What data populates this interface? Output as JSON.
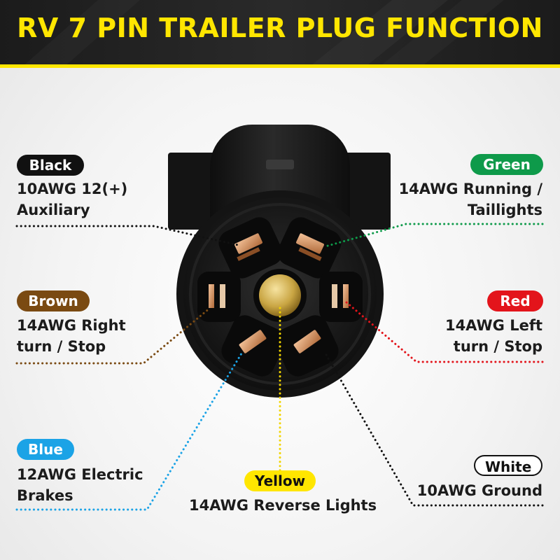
{
  "title": "RV 7 PIN TRAILER PLUG FUNCTION",
  "pins": {
    "black": {
      "badge": "Black",
      "line1": "10AWG 12(+)",
      "line2": "Auxiliary",
      "badge_bg": "#111111",
      "badge_fg": "#ffffff",
      "line_color": "#111111"
    },
    "green": {
      "badge": "Green",
      "line1": "14AWG Running /",
      "line2": "Taillights",
      "badge_bg": "#0e9a4a",
      "badge_fg": "#ffffff",
      "line_color": "#0e9a4a"
    },
    "brown": {
      "badge": "Brown",
      "line1": "14AWG Right",
      "line2": "turn / Stop",
      "badge_bg": "#7a4a12",
      "badge_fg": "#ffffff",
      "line_color": "#7a4a12"
    },
    "red": {
      "badge": "Red",
      "line1": "14AWG Left",
      "line2": "turn / Stop",
      "badge_bg": "#e3141b",
      "badge_fg": "#ffffff",
      "line_color": "#e3141b"
    },
    "blue": {
      "badge": "Blue",
      "line1": "12AWG Electric",
      "line2": "Brakes",
      "badge_bg": "#1ba3e6",
      "badge_fg": "#ffffff",
      "line_color": "#1ba3e6"
    },
    "yellow": {
      "badge": "Yellow",
      "line1": "14AWG Reverse Lights",
      "badge_bg": "#ffe600",
      "badge_fg": "#111111",
      "line_color": "#f2d500"
    },
    "white": {
      "badge": "White",
      "line1": "10AWG Ground",
      "badge_bg": "#ffffff",
      "badge_fg": "#111111",
      "line_color": "#111111"
    }
  }
}
